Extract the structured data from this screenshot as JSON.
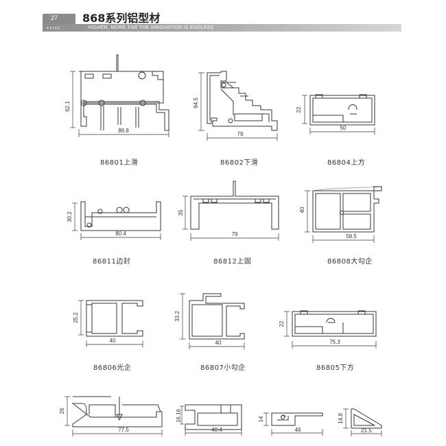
{
  "header": {
    "page_number": "27",
    "title": "868系列铝型材",
    "chevrons": "‹‹‹‹‹",
    "slogan": "HIGHER, MORE FAR THE INNOVATION IS ENDLESS"
  },
  "profiles": [
    {
      "caption": "86801上滑",
      "height": "62.1",
      "width": "88.8"
    },
    {
      "caption": "86802下滑",
      "height": "64.5",
      "width": "79"
    },
    {
      "caption": "86804上方",
      "height": "22",
      "width": "50"
    },
    {
      "caption": "86811边封",
      "height": "30.2",
      "width": "80.4"
    },
    {
      "caption": "86812上固",
      "height": "35",
      "width": "79"
    },
    {
      "caption": "86808大勾企",
      "height": "40",
      "width": "58.5"
    },
    {
      "caption": "86806光企",
      "height": "25.2",
      "width": "40"
    },
    {
      "caption": "86807小勾企",
      "height": "33.2",
      "width": "40"
    },
    {
      "caption": "86805下方",
      "height": "22",
      "width": "75.3"
    },
    {
      "caption": "",
      "height": "26",
      "width": "77.5"
    },
    {
      "caption": "",
      "height": "16.16",
      "width": "40.4"
    },
    {
      "caption": "",
      "height": "14",
      "width": "46"
    },
    {
      "caption": "",
      "height": "14.8",
      "width": "21.5"
    }
  ]
}
